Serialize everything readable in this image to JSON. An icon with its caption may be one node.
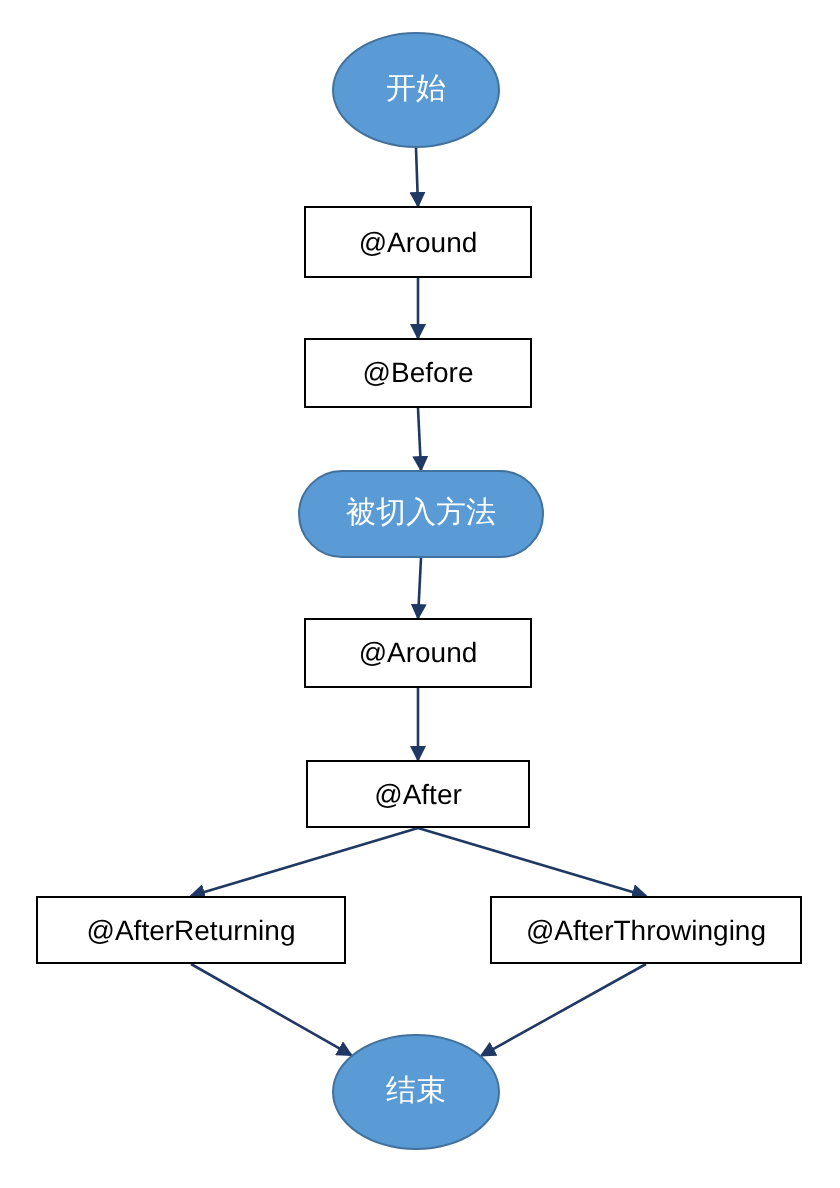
{
  "diagram": {
    "nodes": [
      {
        "text": [
          "开始"
        ]
      },
      {
        "text": [
          "@Around"
        ]
      },
      {
        "text": [
          "@Before"
        ]
      },
      {
        "text": [
          "被切入方法"
        ]
      },
      {
        "text": [
          "@Around"
        ]
      },
      {
        "text": [
          "@After"
        ]
      },
      {
        "text": [
          "@AfterReturning"
        ]
      },
      {
        "text": [
          "@AfterThrowinging"
        ]
      },
      {
        "text": [
          "结束"
        ]
      }
    ],
    "edges": [
      {
        "from": 0,
        "to": 1,
        "arrow": "to"
      },
      {
        "from": 1,
        "to": 2,
        "arrow": "to"
      },
      {
        "from": 2,
        "to": 3,
        "arrow": "to"
      },
      {
        "from": 3,
        "to": 4,
        "arrow": "to"
      },
      {
        "from": 4,
        "to": 5,
        "arrow": "to"
      },
      {
        "from": 5,
        "to": 6,
        "arrow": "to"
      },
      {
        "from": 5,
        "to": 7,
        "arrow": "to"
      },
      {
        "from": 6,
        "to": 8,
        "arrow": "to"
      },
      {
        "from": 7,
        "to": 8,
        "arrow": "to"
      }
    ]
  }
}
